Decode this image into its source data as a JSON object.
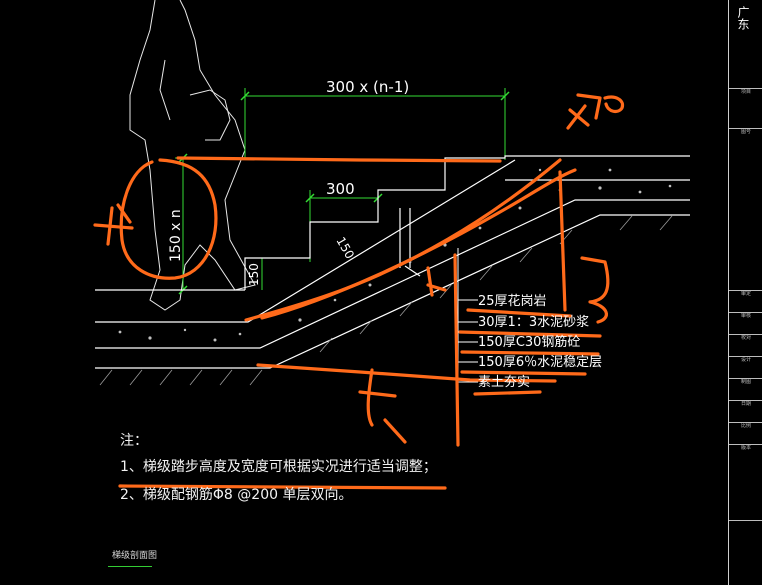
{
  "dimensions": {
    "total_run": "300 x (n-1)",
    "tread": "300",
    "riser_total": "150 x n",
    "riser": "150",
    "riser_diag": "150"
  },
  "layers": [
    "25厚花岗岩",
    "30厚1：3水泥砂浆",
    "150厚C30钢筋砼",
    "150厚6％水泥稳定层",
    "素土夯实"
  ],
  "notes": {
    "heading": "注：",
    "line1": "1、梯级踏步高度及宽度可根据实况进行适当调整；",
    "line2": "2、梯级配钢筋Φ8 @200 单层双向。"
  },
  "drawing_caption": "梯级剖面图",
  "title_block": {
    "company": "广东",
    "rows": [
      "项目",
      "图号",
      "审定",
      "审核",
      "校对",
      "设计",
      "制图",
      "日期",
      "比例",
      "版本"
    ]
  },
  "colors": {
    "background": "#000000",
    "linework": "#ffffff",
    "dimension": "#33dd33",
    "markup": "#ff6a1a",
    "hatch": "#bfbfbf"
  }
}
